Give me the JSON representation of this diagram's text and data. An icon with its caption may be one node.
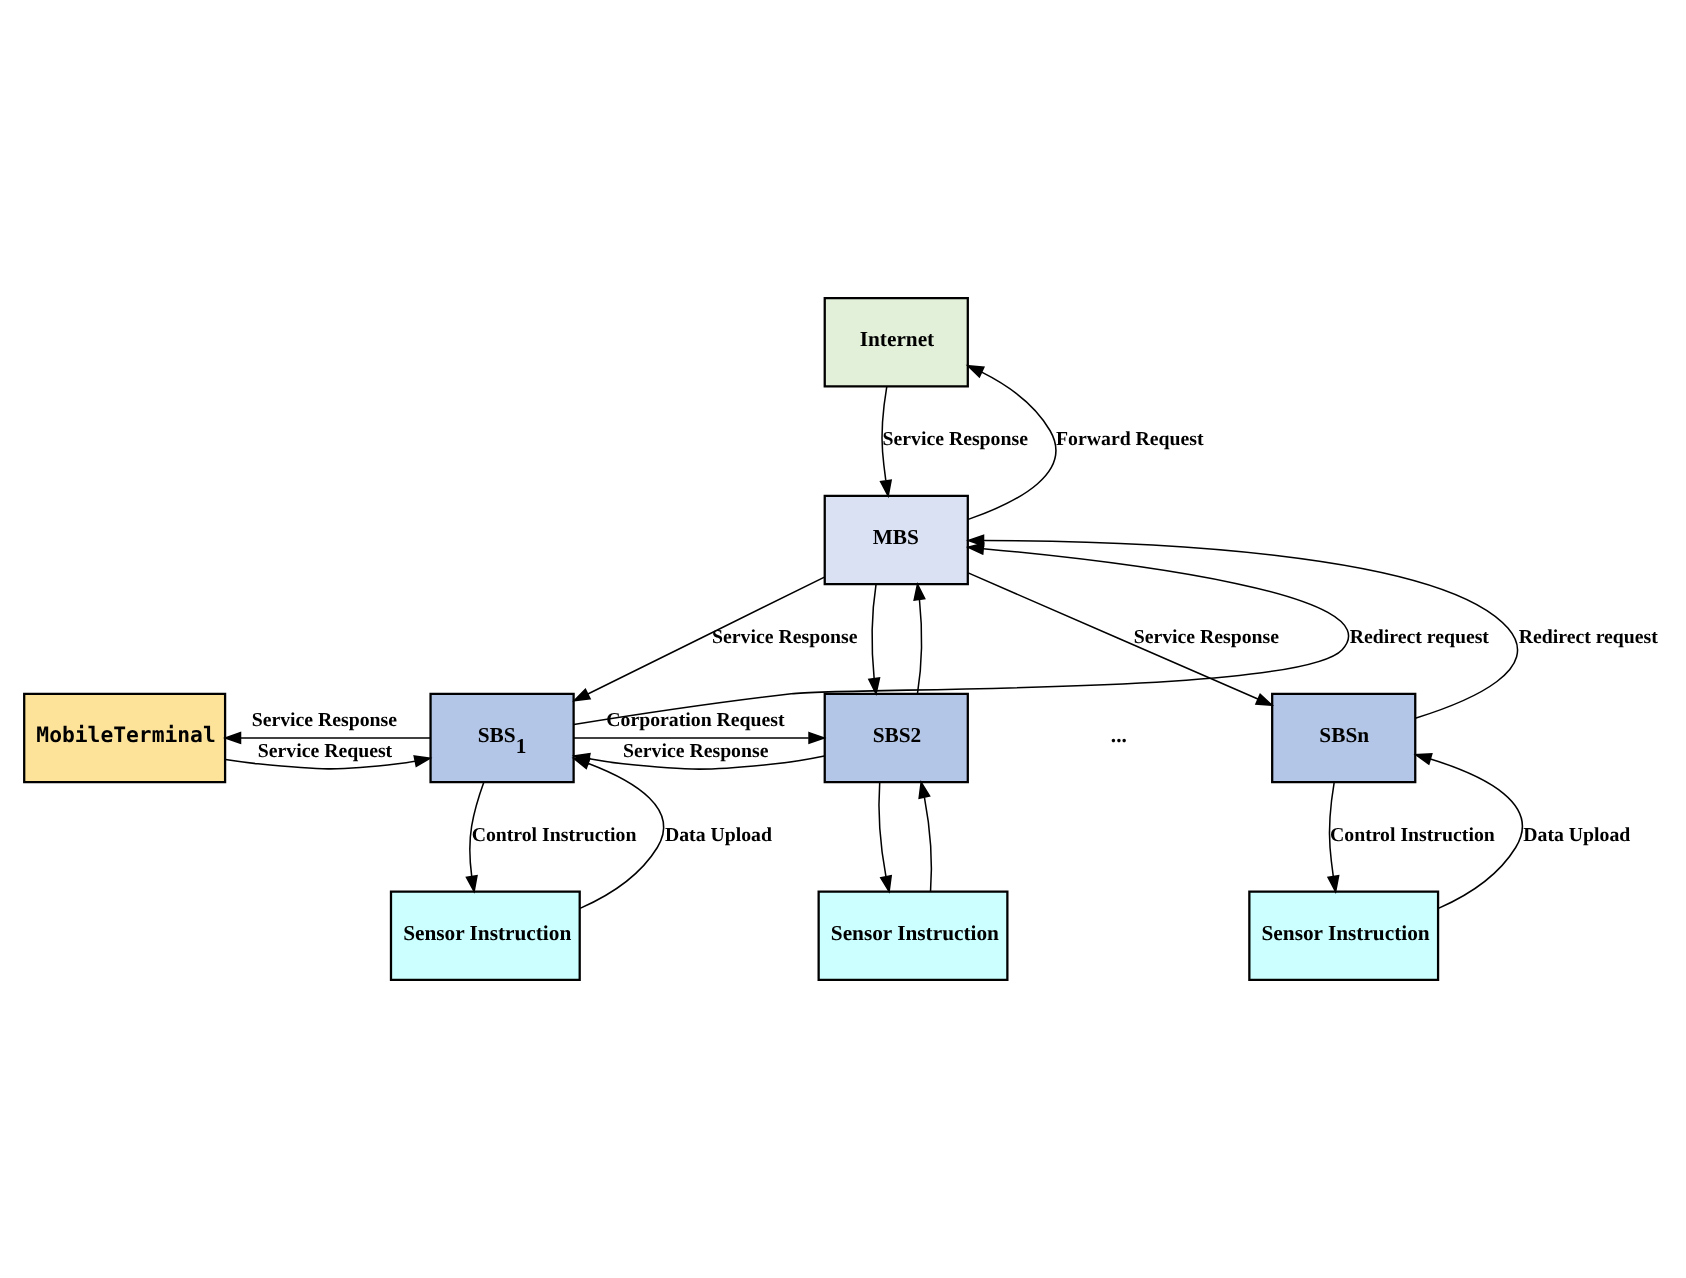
{
  "diagram": {
    "nodes": [
      {
        "text": [
          "Internet"
        ]
      },
      {
        "text": [
          "MBS"
        ]
      },
      {
        "text": [
          "MobileTerminal"
        ]
      },
      {
        "text": [
          "SBS$_{1}$"
        ]
      },
      {
        "text": [
          "SBS2"
        ]
      },
      {
        "text": [
          "SBSn"
        ]
      },
      {
        "text": [
          "Sensor Instruction"
        ]
      },
      {
        "text": [
          "Sensor Instruction"
        ]
      },
      {
        "text": [
          "Sensor Instruction"
        ]
      }
    ],
    "edges": [
      {
        "from": 1,
        "to": 0,
        "arrow": "to",
        "label": "Forward Request"
      },
      {
        "from": 0,
        "to": 1,
        "arrow": "to",
        "label": "Service Response"
      },
      {
        "from": 1,
        "to": 5,
        "arrow": "to",
        "label": "Service Response"
      },
      {
        "from": 5,
        "to": 1,
        "arrow": "to",
        "label": "Redirect request"
      },
      {
        "from": 4,
        "to": 1,
        "arrow": "to"
      },
      {
        "from": 1,
        "to": 4,
        "arrow": "to"
      },
      {
        "from": 3,
        "to": 1,
        "arrow": "to",
        "label": "Redirect request"
      },
      {
        "from": 1,
        "to": 3,
        "arrow": "to",
        "label": "Service Response"
      },
      {
        "from": 2,
        "to": 3,
        "arrow": "to",
        "label": "Service Request"
      },
      {
        "from": 3,
        "to": 2,
        "arrow": "to",
        "label": "Service Response"
      },
      {
        "from": 3,
        "to": 4,
        "arrow": "to",
        "label": "Corporation Request"
      },
      {
        "from": 4,
        "to": 3,
        "arrow": "to",
        "label": "Service Response"
      },
      {
        "from": 6,
        "to": 3,
        "arrow": "to",
        "label": "Data Upload"
      },
      {
        "from": 3,
        "to": 6,
        "arrow": "to",
        "label": "Control Instruction"
      },
      {
        "from": 7,
        "to": 4,
        "arrow": "to"
      },
      {
        "from": 4,
        "to": 7,
        "arrow": "to"
      },
      {
        "from": 8,
        "to": 5,
        "arrow": "to",
        "label": "Data Upload"
      },
      {
        "from": 5,
        "to": 8,
        "arrow": "to",
        "label": "Control Instruction"
      }
    ],
    "labels": [
      "..."
    ]
  }
}
